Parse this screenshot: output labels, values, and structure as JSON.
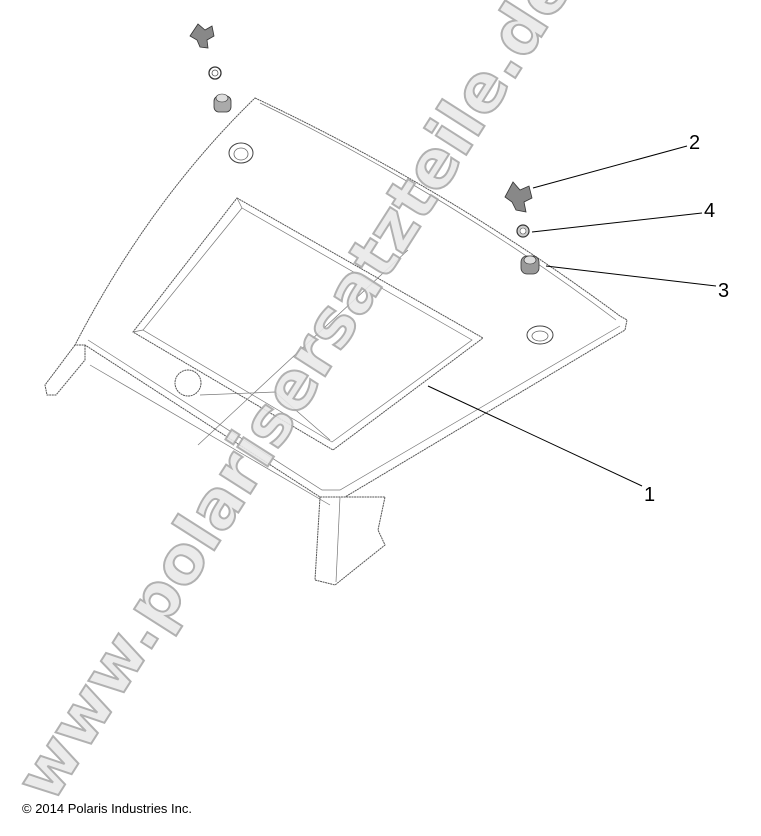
{
  "callouts": [
    {
      "label": "1",
      "part": "panel"
    },
    {
      "label": "2",
      "part": "wing-nut"
    },
    {
      "label": "3",
      "part": "grommet"
    },
    {
      "label": "4",
      "part": "washer"
    }
  ],
  "watermark": "www.polarisersatzteile.de",
  "copyright": "© 2014 Polaris Industries Inc."
}
